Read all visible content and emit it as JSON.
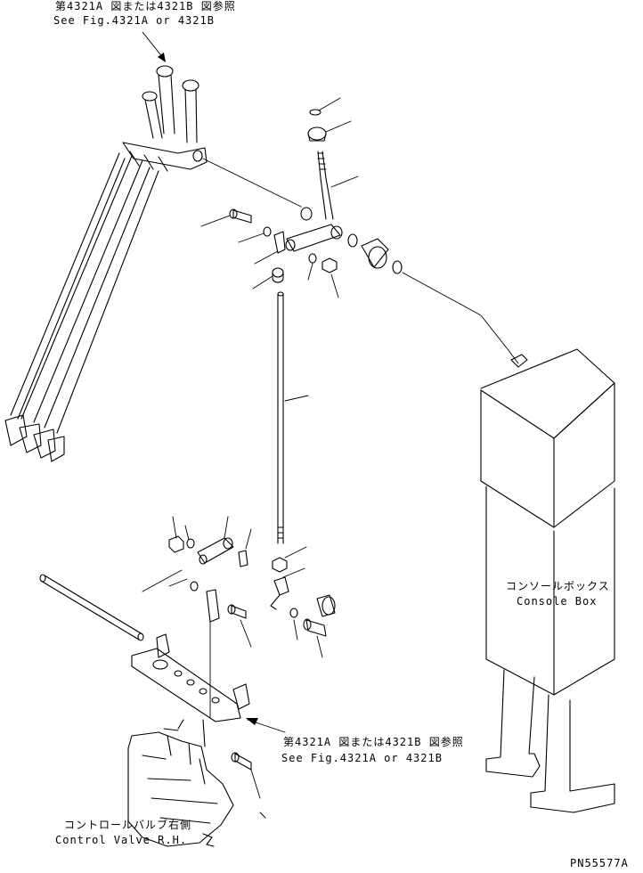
{
  "labels": {
    "top_ref_jp": "第4321A 図または4321B 図参照",
    "top_ref_en": "See Fig.4321A or 4321B",
    "mid_ref_jp": "第4321A 図または4321B 図参照",
    "mid_ref_en": "See Fig.4321A or 4321B",
    "console_jp": "コンソールボックス",
    "console_en": "Console Box",
    "valve_jp": "コントロールバルブ右側",
    "valve_en": "Control Valve R.H.",
    "drawing_no": "PN55577A"
  }
}
